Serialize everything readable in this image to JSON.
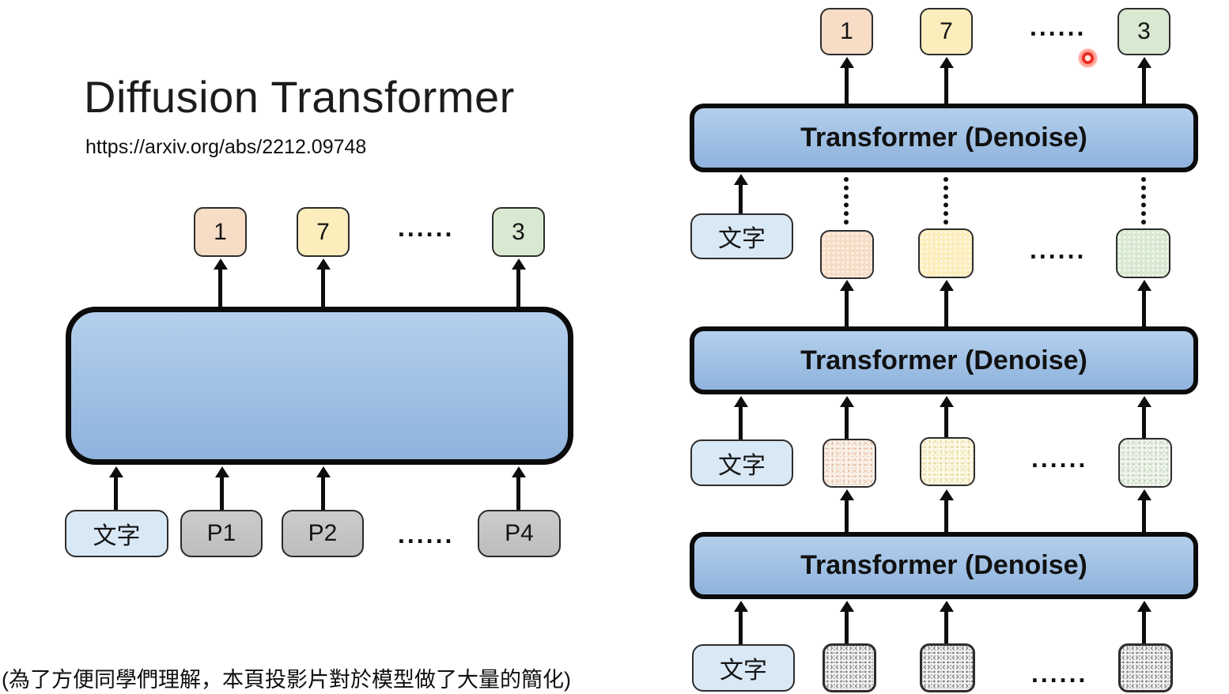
{
  "slide": {
    "title": "Diffusion Transformer",
    "link": "https://arxiv.org/abs/2212.09748",
    "footnote": "(為了方便同學們理解，本頁投影片對於模型做了大量的簡化)",
    "ellipsis": "......"
  },
  "left_diagram": {
    "output_tokens": [
      {
        "label": "1",
        "color": "peach"
      },
      {
        "label": "7",
        "color": "yellow"
      },
      {
        "label": "3",
        "color": "green"
      }
    ],
    "input_tokens": [
      {
        "label": "文字",
        "color": "blue"
      },
      {
        "label": "P1",
        "color": "gray"
      },
      {
        "label": "P2",
        "color": "gray"
      },
      {
        "label": "P4",
        "color": "gray"
      }
    ]
  },
  "right_diagram": {
    "transformer_label": "Transformer (Denoise)",
    "text_token_label": "文字",
    "output_tokens": [
      {
        "label": "1",
        "color": "peach"
      },
      {
        "label": "7",
        "color": "yellow"
      },
      {
        "label": "3",
        "color": "green"
      }
    ]
  },
  "colors": {
    "token-peach": "#f7dcc6",
    "token-yellow": "#fceebc",
    "token-green": "#d9e8d1",
    "token-blue": "#d9e8f5",
    "token-gray": "#c6c6c6",
    "block-blue-top": "#b3cfec",
    "block-blue-bottom": "#8fb3dd",
    "laser-red": "#e8281e"
  }
}
